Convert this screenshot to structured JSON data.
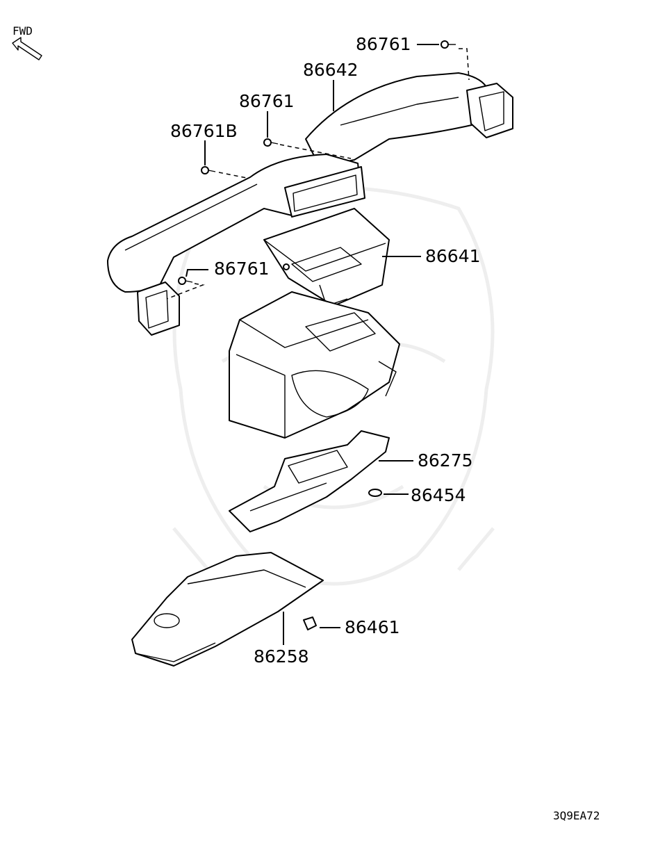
{
  "orientation": {
    "fwd_label": "FWD"
  },
  "figure_code": "3Q9EA72",
  "callouts": {
    "c_86761_top": "86761",
    "c_86642": "86642",
    "c_86761_mid": "86761",
    "c_86761B": "86761B",
    "c_86761_left": "86761",
    "c_86641": "86641",
    "c_86275": "86275",
    "c_86454": "86454",
    "c_86461": "86461",
    "c_86258": "86258"
  }
}
